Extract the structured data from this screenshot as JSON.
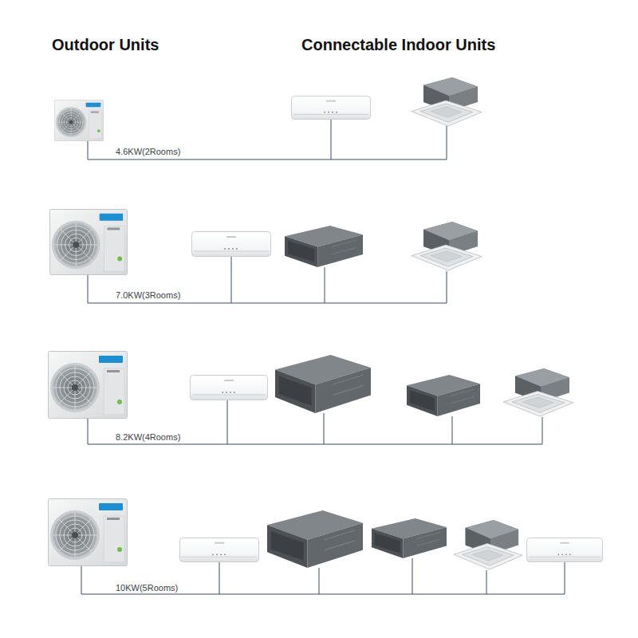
{
  "diagram": {
    "labels": [
      "Outdoor Units",
      "Connectable Indoor Units",
      "4.6KW(2Rooms)",
      "7.0KW(3Rooms)",
      "8.2KW(4Rooms)",
      "10KW(5Rooms)"
    ]
  }
}
